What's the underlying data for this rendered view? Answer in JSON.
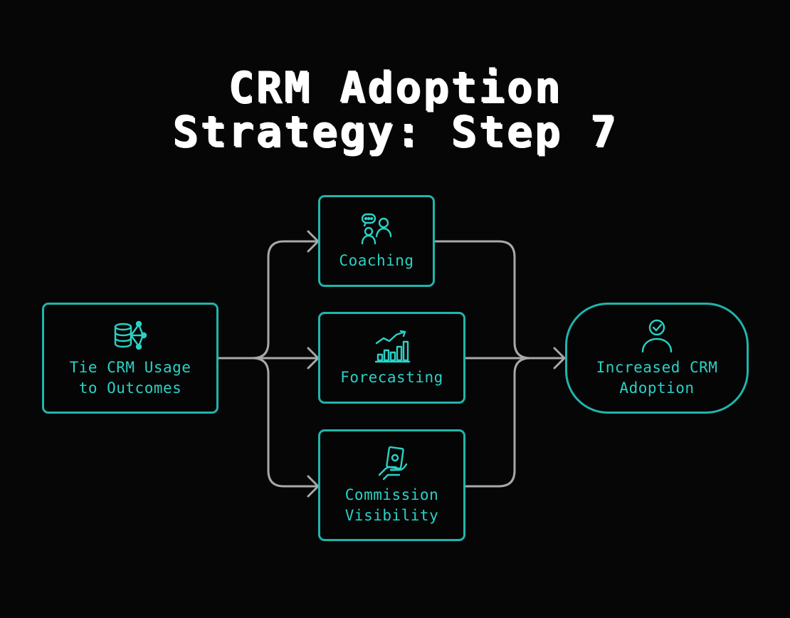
{
  "title": {
    "line1": "CRM Adoption",
    "line2": "Strategy: Step 7"
  },
  "colors": {
    "background": "#060606",
    "accent": "#1fb5ad",
    "text": "#2ad1c6",
    "connector": "#a8a8a8",
    "title": "#ffffff"
  },
  "nodes": {
    "source": {
      "label": "Tie CRM Usage\nto Outcomes",
      "icon": "database-network-icon"
    },
    "coaching": {
      "label": "Coaching",
      "icon": "people-chat-icon"
    },
    "forecasting": {
      "label": "Forecasting",
      "icon": "trending-chart-icon"
    },
    "commission": {
      "label": "Commission\nVisibility",
      "icon": "hand-cash-icon"
    },
    "outcome": {
      "label": "Increased CRM\nAdoption",
      "icon": "user-check-icon"
    }
  }
}
